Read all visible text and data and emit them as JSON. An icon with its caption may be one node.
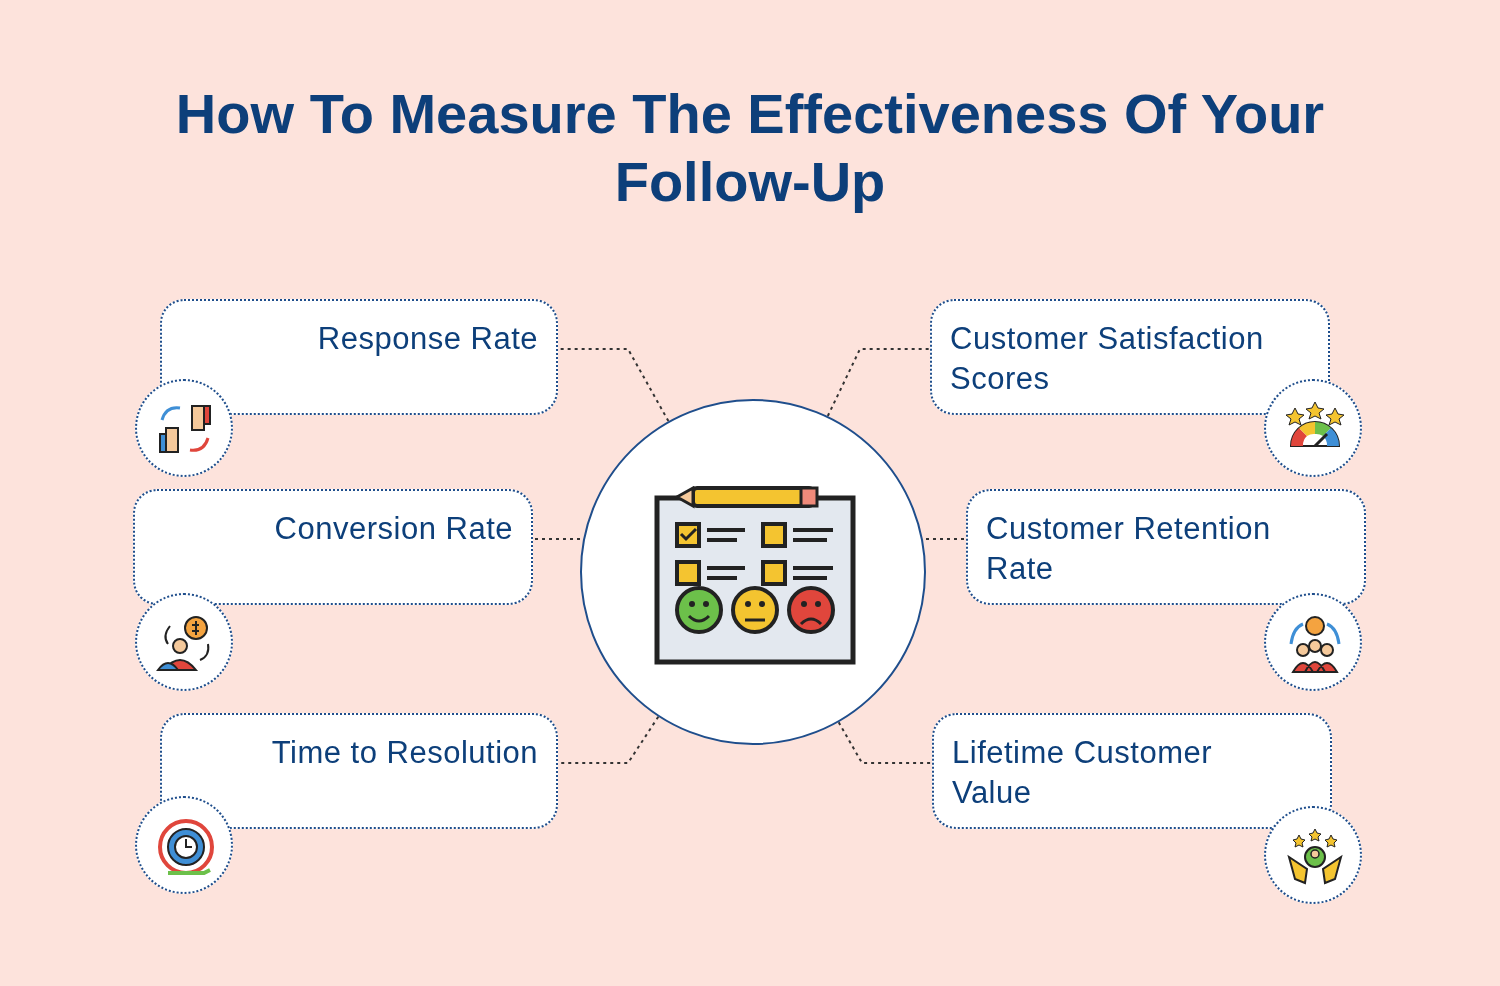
{
  "diagram": {
    "title": "How To Measure The Effectiveness Of Your Follow-Up",
    "nodes": [
      {
        "text": [],
        "shape": "circle"
      },
      {
        "text": [
          "Response Rate"
        ]
      },
      {
        "text": [
          "Customer Satisfaction Scores"
        ]
      },
      {
        "text": [
          "Conversion Rate"
        ]
      },
      {
        "text": [
          "Customer Retention Rate"
        ]
      },
      {
        "text": [
          "Time to Resolution"
        ]
      },
      {
        "text": [
          "Lifetime Customer Value"
        ]
      }
    ],
    "edges": [
      {
        "from": 0,
        "to": 1,
        "arrow": "none",
        "style": "dashed"
      },
      {
        "from": 0,
        "to": 2,
        "arrow": "none",
        "style": "dashed"
      },
      {
        "from": 0,
        "to": 3,
        "arrow": "none",
        "style": "dashed"
      },
      {
        "from": 0,
        "to": 4,
        "arrow": "none",
        "style": "dashed"
      },
      {
        "from": 0,
        "to": 5,
        "arrow": "none",
        "style": "dashed"
      },
      {
        "from": 0,
        "to": 6,
        "arrow": "none",
        "style": "dashed"
      }
    ]
  }
}
